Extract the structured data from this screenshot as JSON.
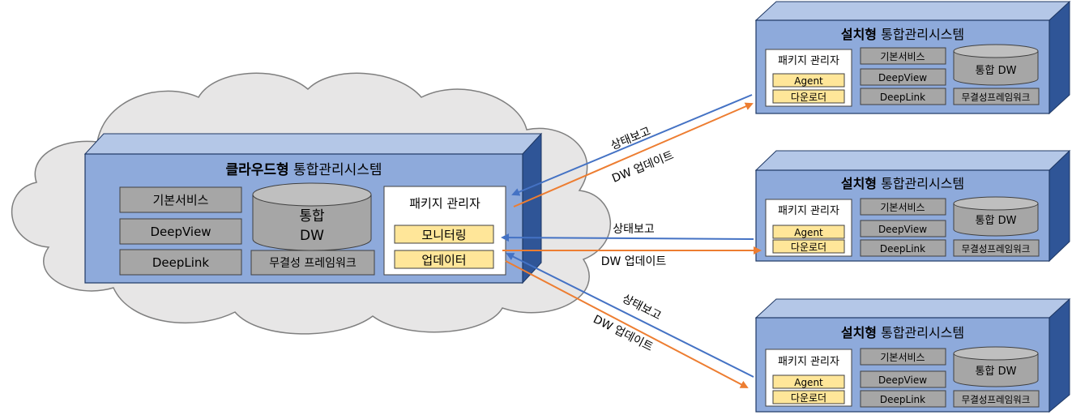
{
  "cloud_system": {
    "title_bold": "클라우드형",
    "title_rest": " 통합관리시스템",
    "services": [
      "기본서비스",
      "DeepView",
      "DeepLink"
    ],
    "dw_line1": "통합",
    "dw_line2": "DW",
    "framework": "무결성 프레임워크",
    "package_manager": {
      "title": "패키지 관리자",
      "items": [
        "모니터링",
        "업데이터"
      ]
    }
  },
  "installed_systems": [
    {
      "title_bold": "설치형",
      "title_rest": " 통합관리시스템",
      "package_manager": {
        "title": "패키지 관리자",
        "items": [
          "Agent",
          "다운로더"
        ]
      },
      "services": [
        "기본서비스",
        "DeepView",
        "DeepLink"
      ],
      "dw": "통합 DW",
      "framework": "무결성프레임워크"
    },
    {
      "title_bold": "설치형",
      "title_rest": " 통합관리시스템",
      "package_manager": {
        "title": "패키지 관리자",
        "items": [
          "Agent",
          "다운로더"
        ]
      },
      "services": [
        "기본서비스",
        "DeepView",
        "DeepLink"
      ],
      "dw": "통합 DW",
      "framework": "무결성프레임워크"
    },
    {
      "title_bold": "설치형",
      "title_rest": " 통합관리시스템",
      "package_manager": {
        "title": "패키지 관리자",
        "items": [
          "Agent",
          "다운로더"
        ]
      },
      "services": [
        "기본서비스",
        "DeepView",
        "DeepLink"
      ],
      "dw": "통합 DW",
      "framework": "무결성프레임워크"
    }
  ],
  "connections": [
    {
      "status_label": "상태보고",
      "update_label": "DW 업데이트"
    },
    {
      "status_label": "상태보고",
      "update_label": "DW 업데이트"
    },
    {
      "status_label": "상태보고",
      "update_label": "DW 업데이트"
    }
  ],
  "colors": {
    "box_face": "#8eaadb",
    "box_top": "#b4c7e7",
    "box_side": "#2f5597",
    "service_gray": "#a6a6a6",
    "yellow_item": "#ffe699",
    "status_arrow": "#4472c4",
    "update_arrow": "#ed7d31",
    "cloud_fill": "#e7e6e6"
  }
}
